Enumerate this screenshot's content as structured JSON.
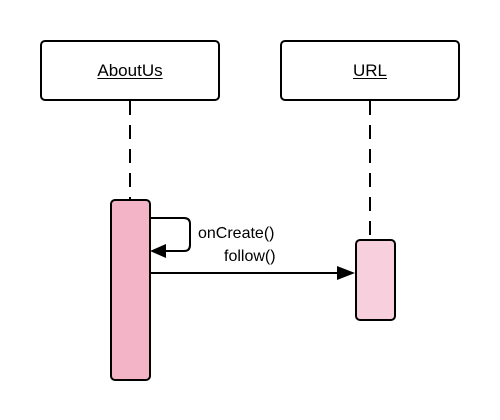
{
  "lifelines": [
    {
      "name": "AboutUs"
    },
    {
      "name": "URL"
    }
  ],
  "messages": [
    {
      "label": "onCreate()",
      "from": "AboutUs",
      "to": "AboutUs",
      "kind": "self-call"
    },
    {
      "label": "follow()",
      "from": "AboutUs",
      "to": "URL",
      "kind": "call"
    }
  ],
  "colors": {
    "line": "#000000",
    "box_fill": "#ffffff",
    "activation_aboutus": "#f3b4c8",
    "activation_url": "#f8d0dd"
  }
}
